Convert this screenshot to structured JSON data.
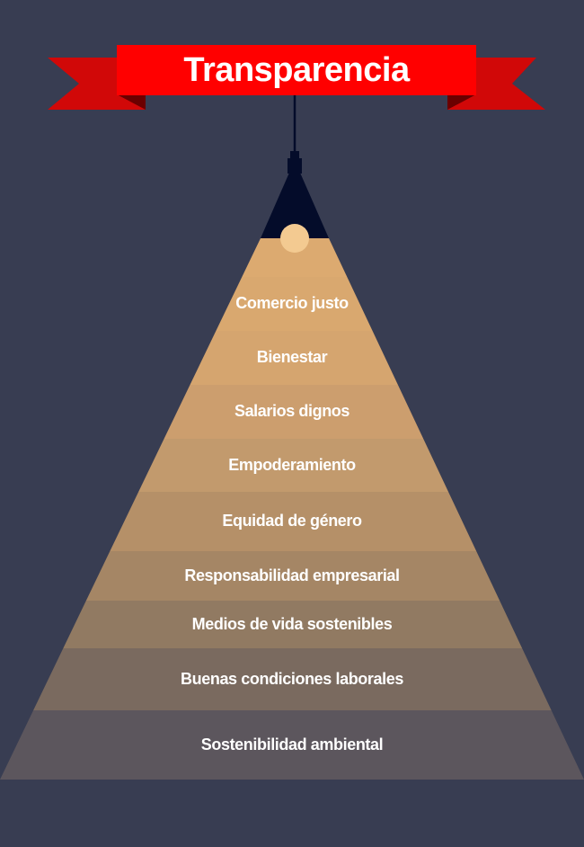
{
  "title": "Transparencia",
  "colors": {
    "background": "#383d52",
    "banner": "#ff0000",
    "banner_tail": "#d10808",
    "banner_fold": "#6b0000",
    "lamp": "#040c2a",
    "bulb": "#f3ca91"
  },
  "levels": [
    {
      "label": "",
      "color": "#dcaa70"
    },
    {
      "label": "Comercio justo",
      "color": "#d9a86f"
    },
    {
      "label": "Bienestar",
      "color": "#d5a56f"
    },
    {
      "label": "Salarios dignos",
      "color": "#cc9e6e"
    },
    {
      "label": "Empoderamiento",
      "color": "#c29a6d"
    },
    {
      "label": "Equidad de género",
      "color": "#b59068"
    },
    {
      "label": "Responsabilidad empresarial",
      "color": "#a58665"
    },
    {
      "label": "Medios de vida sostenibles",
      "color": "#917a62"
    },
    {
      "label": "Buenas condiciones laborales",
      "color": "#7a6a5f"
    },
    {
      "label": "Sostenibilidad ambiental",
      "color": "#5c565d"
    }
  ]
}
